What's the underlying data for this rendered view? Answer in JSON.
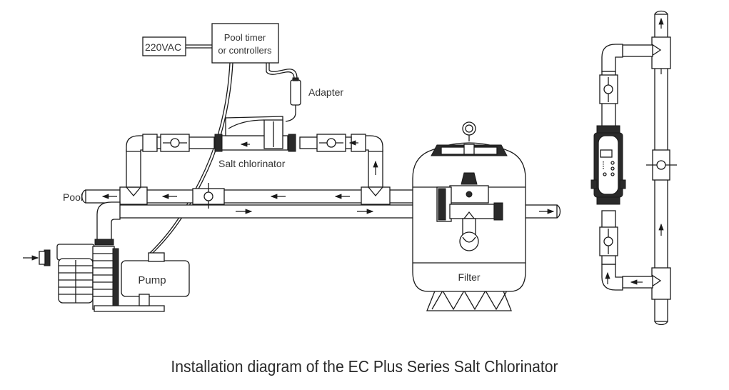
{
  "diagram": {
    "title": "Installation diagram of the EC Plus Series Salt Chlorinator",
    "labels": {
      "power": "220VAC",
      "controller_line1": "Pool timer",
      "controller_line2": "or controllers",
      "adapter": "Adapter",
      "chlorinator": "Salt chlorinator",
      "pool": "Pool",
      "pump": "Pump",
      "filter": "Filter"
    },
    "colors": {
      "line": "#1a1a1a",
      "text": "#333333",
      "background": "#ffffff"
    }
  }
}
